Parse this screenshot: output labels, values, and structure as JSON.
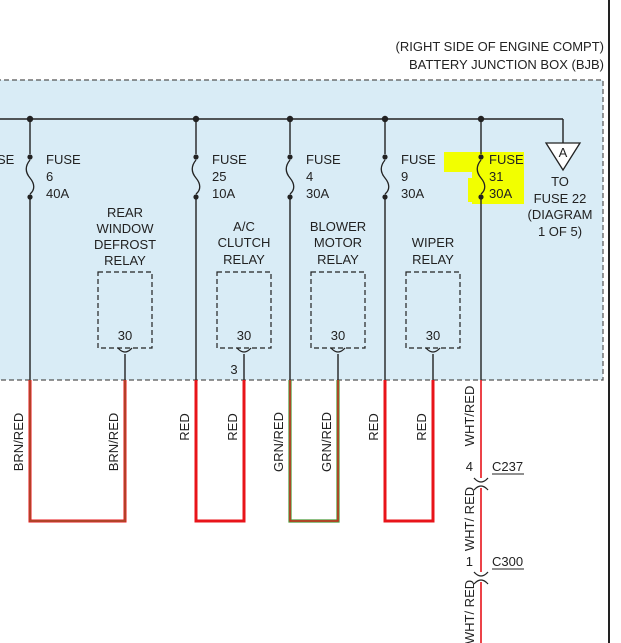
{
  "header": {
    "line1": "(RIGHT SIDE OF ENGINE COMPT)",
    "line2": "BATTERY JUNCTION BOX (BJB)"
  },
  "colors": {
    "box_fill": "#d9ecf6",
    "box_border": "#555555",
    "wire_black": "#222222",
    "wire_red": "#e8141a",
    "wire_green": "#4b9a3a",
    "wire_brown": "#a0522d",
    "highlight": "#f2ff00"
  },
  "fuses": [
    {
      "label": "FUSE",
      "number": "6",
      "rating": "40A"
    },
    {
      "label": "FUSE",
      "number": "25",
      "rating": "10A"
    },
    {
      "label": "FUSE",
      "number": "4",
      "rating": "30A"
    },
    {
      "label": "FUSE",
      "number": "9",
      "rating": "30A"
    },
    {
      "label": "FUSE",
      "number": "31",
      "rating": "30A"
    }
  ],
  "partial_fuse_text": "SE",
  "relays": [
    {
      "name_lines": [
        "REAR",
        "WINDOW",
        "DEFROST",
        "RELAY"
      ],
      "pin": "30"
    },
    {
      "name_lines": [
        "A/C",
        "CLUTCH",
        "RELAY"
      ],
      "pin": "30",
      "pin_below": "3"
    },
    {
      "name_lines": [
        "BLOWER",
        "MOTOR",
        "RELAY"
      ],
      "pin": "30"
    },
    {
      "name_lines": [
        "WIPER",
        "RELAY"
      ],
      "pin": "30"
    }
  ],
  "reference": {
    "symbol": "A",
    "lines": [
      "TO",
      "FUSE 22",
      "(DIAGRAM",
      "1 OF 5)"
    ]
  },
  "wires": [
    "BRN/RED",
    "BRN/RED",
    "RED",
    "RED",
    "GRN/RED",
    "GRN/RED",
    "RED",
    "RED",
    "WHT/RED"
  ],
  "connectors": [
    {
      "pin": "4",
      "name": "C237",
      "wire_below": "WHT/ RED"
    },
    {
      "pin": "1",
      "name": "C300",
      "wire_below": "WHT/ RED"
    }
  ]
}
